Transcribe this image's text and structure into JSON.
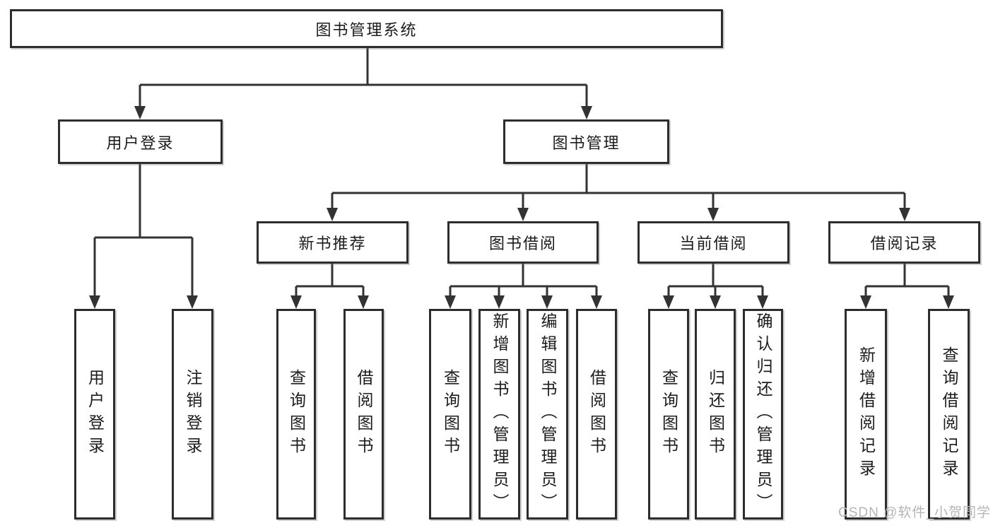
{
  "diagram_title": "图书管理系统",
  "nodes": {
    "root": "图书管理系统",
    "user_login": "用户登录",
    "book_mgmt": "图书管理",
    "login": "用户登录",
    "logout": "注销登录",
    "new_books": "新书推荐",
    "borrowing": "图书借阅",
    "current": "当前借阅",
    "records": "借阅记录",
    "nb_query": "查询图书",
    "nb_borrow": "借阅图书",
    "bw_query": "查询图书",
    "bw_add": "新增图书（管理员）",
    "bw_edit": "编辑图书（管理员）",
    "bw_borrow": "借阅图书",
    "cu_query": "查询图书",
    "cu_return": "归还图书",
    "cu_confirm": "确认归还（管理员）",
    "re_add": "新增借阅记录",
    "re_query": "查询借阅记录"
  },
  "watermark": "CSDN @软件_小贺同学",
  "colors": {
    "line": "#333333",
    "box_border": "#2d2d2d",
    "text": "#1c1c1c",
    "watermark": "#b5b5b5",
    "background": "#ffffff"
  }
}
